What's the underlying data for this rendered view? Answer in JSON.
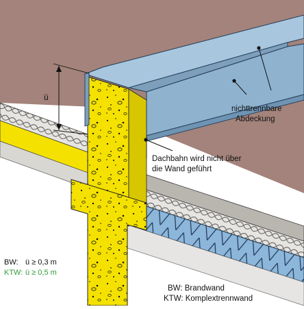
{
  "diagram": {
    "dimension_label": "ü",
    "labels": {
      "cover_line1": "nichttrennbare",
      "cover_line2": "Abdeckung",
      "membrane_line1": "Dachbahn wird nicht über",
      "membrane_line2": "die Wand geführt",
      "wall_bw": "BW: Brandwand",
      "wall_ktw": "KTW: Komplextrennwand"
    },
    "legend": [
      {
        "key": "BW:",
        "value": "ü ≥ 0,3 m",
        "color": "#111111"
      },
      {
        "key": "KTW:",
        "value": "ü ≥ 0,5 m",
        "color": "#2f9a3a"
      }
    ],
    "colors": {
      "background_brown": "#a3837b",
      "wall_yellow": "#f4e100",
      "cover_blue": "#8fb2cf",
      "insulation_blue": "#8cb6da",
      "membrane_grey": "#b9b6b0"
    }
  }
}
